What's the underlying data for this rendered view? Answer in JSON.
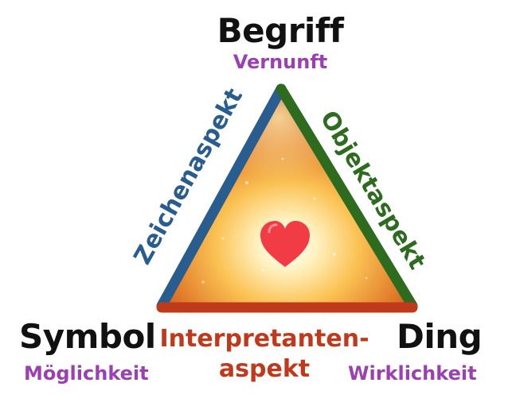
{
  "nodes": {
    "top": {
      "title": "Begriff",
      "subtitle": "Vernunft"
    },
    "left": {
      "title": "Symbol",
      "subtitle": "Möglichkeit"
    },
    "right": {
      "title": "Ding",
      "subtitle": "Wirklichkeit"
    }
  },
  "edges": {
    "left": "Zeichenaspekt",
    "right": "Objektaspekt",
    "bottom_line1": "Interpretanten-",
    "bottom_line2": "aspekt"
  },
  "colors": {
    "subtitle": "#9b3fb3",
    "edge_left": "#2a5d8f",
    "edge_right": "#2d6b1f",
    "edge_bottom": "#c0391b",
    "heart": "#f23c45"
  },
  "icons": {
    "center": "heart-icon"
  }
}
